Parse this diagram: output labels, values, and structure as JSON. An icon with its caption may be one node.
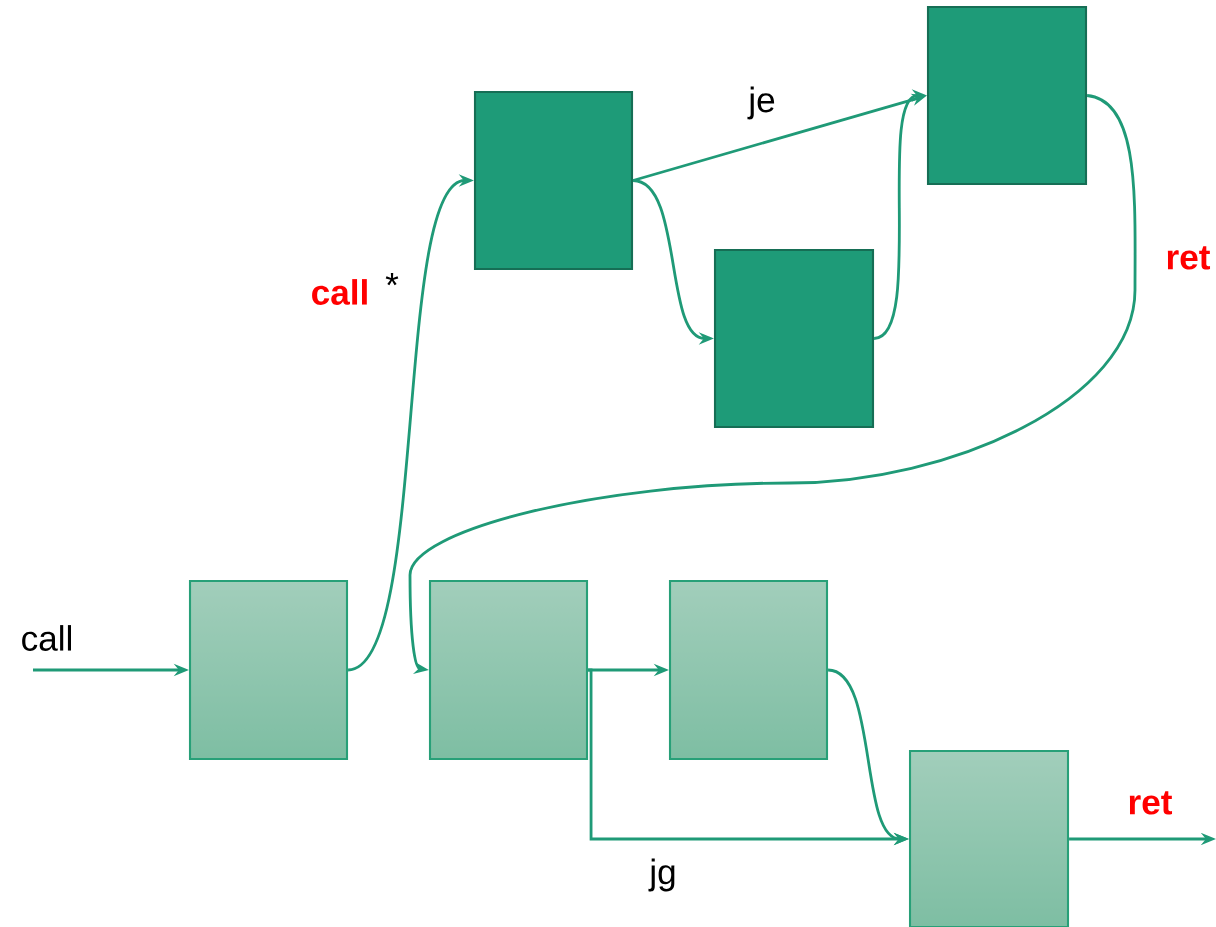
{
  "diagram": {
    "nodes": [
      {
        "text": [],
        "shape": "box"
      },
      {
        "text": [],
        "shape": "box"
      },
      {
        "text": [],
        "shape": "box"
      },
      {
        "text": [],
        "shape": "box"
      },
      {
        "text": [],
        "shape": "box"
      },
      {
        "text": [],
        "shape": "box"
      },
      {
        "text": [],
        "shape": "box"
      }
    ],
    "edges": [
      {
        "from": null,
        "to": 0,
        "arrow": "to",
        "label": "call"
      },
      {
        "from": 0,
        "to": 2,
        "arrow": "to",
        "label": "call"
      },
      {
        "from": 2,
        "to": 6,
        "arrow": "to",
        "label": "je"
      },
      {
        "from": 2,
        "to": 4,
        "arrow": "to"
      },
      {
        "from": 4,
        "to": 6,
        "arrow": "to"
      },
      {
        "from": 6,
        "to": 1,
        "arrow": "to",
        "label": "ret"
      },
      {
        "from": 1,
        "to": 3,
        "arrow": "to"
      },
      {
        "from": 1,
        "to": 5,
        "arrow": "to",
        "label": "jg"
      },
      {
        "from": 3,
        "to": 5,
        "arrow": "to"
      },
      {
        "from": 5,
        "to": null,
        "arrow": "to",
        "label": "ret"
      }
    ],
    "labels": [
      "*"
    ]
  }
}
